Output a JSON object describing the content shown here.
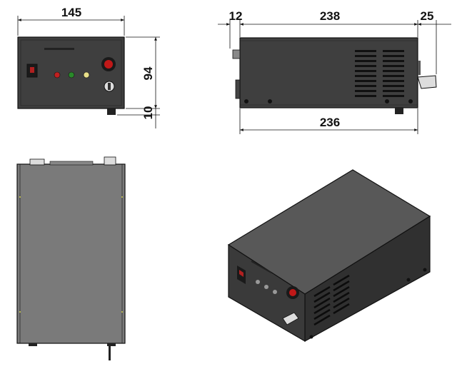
{
  "dimensions": {
    "front_width": "145",
    "front_height": "94",
    "foot_height": "10",
    "side_left_offset": "12",
    "side_length": "238",
    "side_right_offset": "25",
    "side_base_length": "236"
  },
  "colors": {
    "housing": "#3f3f3f",
    "housing_top": "#585858",
    "housing_side": "#303030",
    "led_red": "#c02020",
    "led_green": "#2a8a2a",
    "led_yellow": "#e8e08a",
    "dimension_line": "#111111"
  }
}
